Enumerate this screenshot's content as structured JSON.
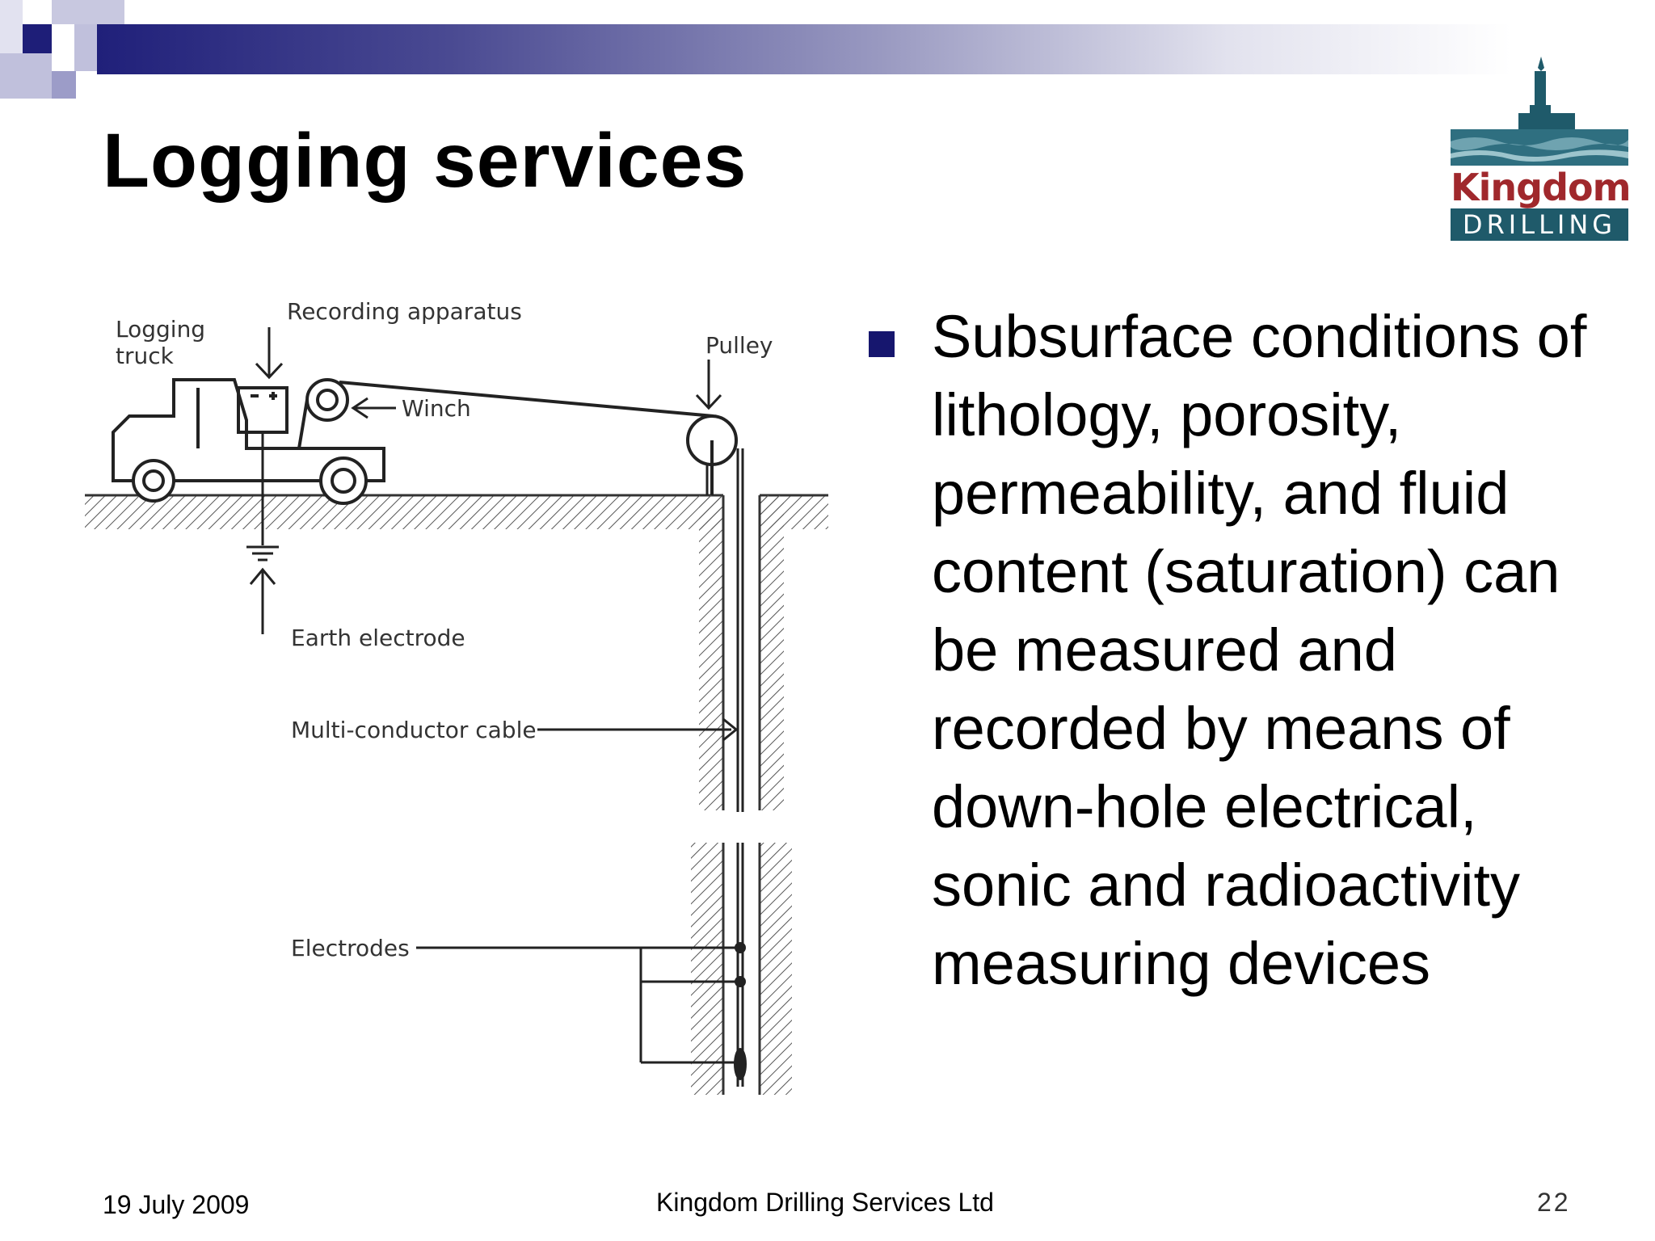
{
  "slide": {
    "title": "Logging services",
    "bullets": [
      "Subsurface conditions of lithology, porosity, permeability, and fluid content (saturation) can be measured and recorded by means of down-hole electrical, sonic and radioactivity measuring devices"
    ]
  },
  "logo": {
    "name": "Kingdom",
    "sub": "DRILLING",
    "colors": {
      "brand_red": "#a0282c",
      "brand_teal": "#1f5a6a"
    }
  },
  "diagram": {
    "labels": {
      "logging_truck_1": "Logging",
      "logging_truck_2": "truck",
      "recording_apparatus": "Recording apparatus",
      "pulley": "Pulley",
      "winch": "Winch",
      "earth_electrode": "Earth electrode",
      "multi_conductor_cable": "Multi-conductor cable",
      "electrodes": "Electrodes"
    }
  },
  "footer": {
    "date": "19 July 2009",
    "company": "Kingdom Drilling Services Ltd",
    "page": "22"
  },
  "theme": {
    "accent": "#1e1e78"
  }
}
